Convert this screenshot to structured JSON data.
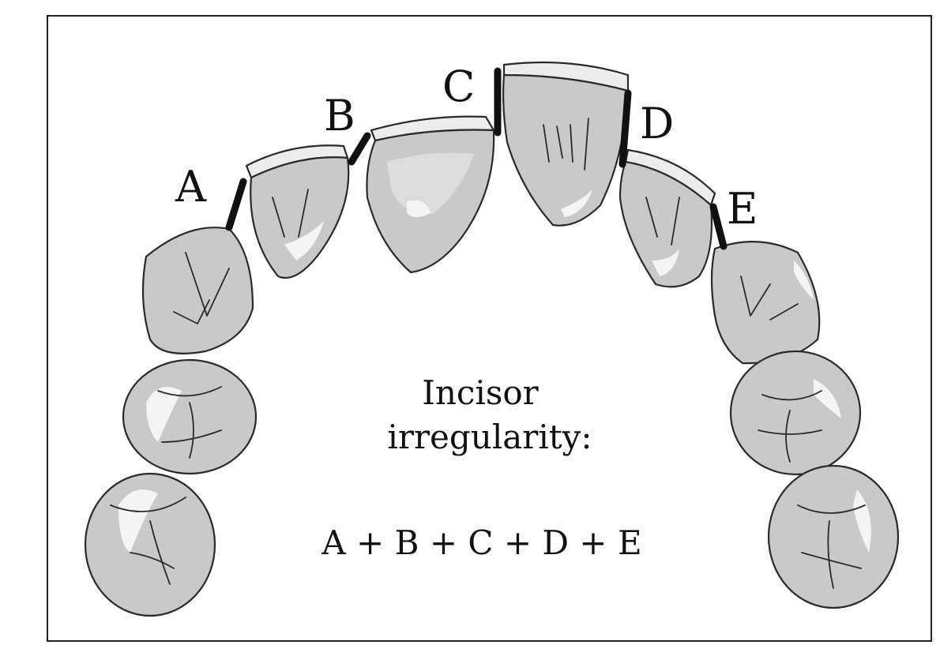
{
  "labels": {
    "a": "A",
    "b": "B",
    "c": "C",
    "d": "D",
    "e": "E"
  },
  "caption": {
    "line1": "Incisor",
    "line2": "irregularity:",
    "formula": "A + B + C + D + E"
  },
  "colors": {
    "tooth_fill": "#c9c9c9",
    "outline": "#2a2a2a",
    "contact_bar": "#111111",
    "frame_border": "#222222"
  }
}
